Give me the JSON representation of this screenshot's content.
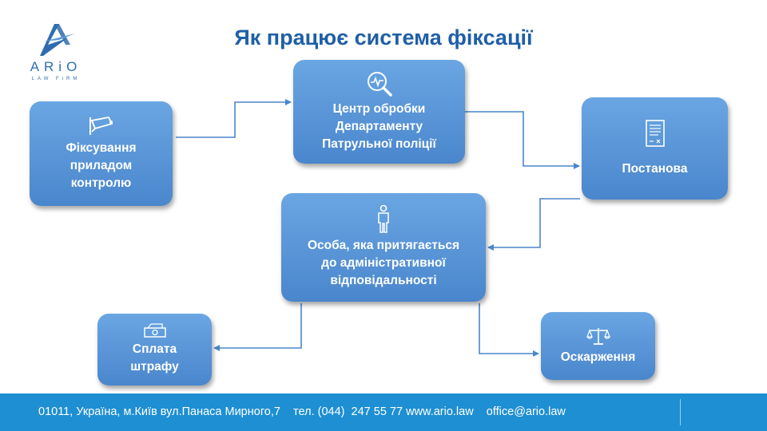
{
  "logo": {
    "word": "ARiO",
    "subtitle": "LAW FiRM",
    "color": "#2f6db0"
  },
  "title": "Як працює система фіксації",
  "colors": {
    "node_top": "#6aa6e3",
    "node_bottom": "#4a86cc",
    "connector": "#4a86cc",
    "title": "#1f5fa6",
    "footer": "#1e8fd2"
  },
  "nodes": {
    "recording": {
      "label": "Фіксування\nприладом\nконтролю",
      "icon": "camera-icon"
    },
    "center": {
      "label": "Центр обробки\nДепартаменту\nПатрульної поліції",
      "icon": "magnifier-icon"
    },
    "decision": {
      "label": "Постанова",
      "icon": "document-icon"
    },
    "person": {
      "label": "Особа, яка притягається\nдо адміністративної\nвідповідальності",
      "icon": "person-icon"
    },
    "payment": {
      "label": "Сплата\nштрафу",
      "icon": "cash-icon"
    },
    "appeal": {
      "label": "Оскарження",
      "icon": "scales-icon"
    }
  },
  "footer": {
    "text": "01011, Україна, м.Київ вул.Панаса Мирного,7    тел. (044)  247 55 77 www.ario.law    office@ario.law"
  }
}
